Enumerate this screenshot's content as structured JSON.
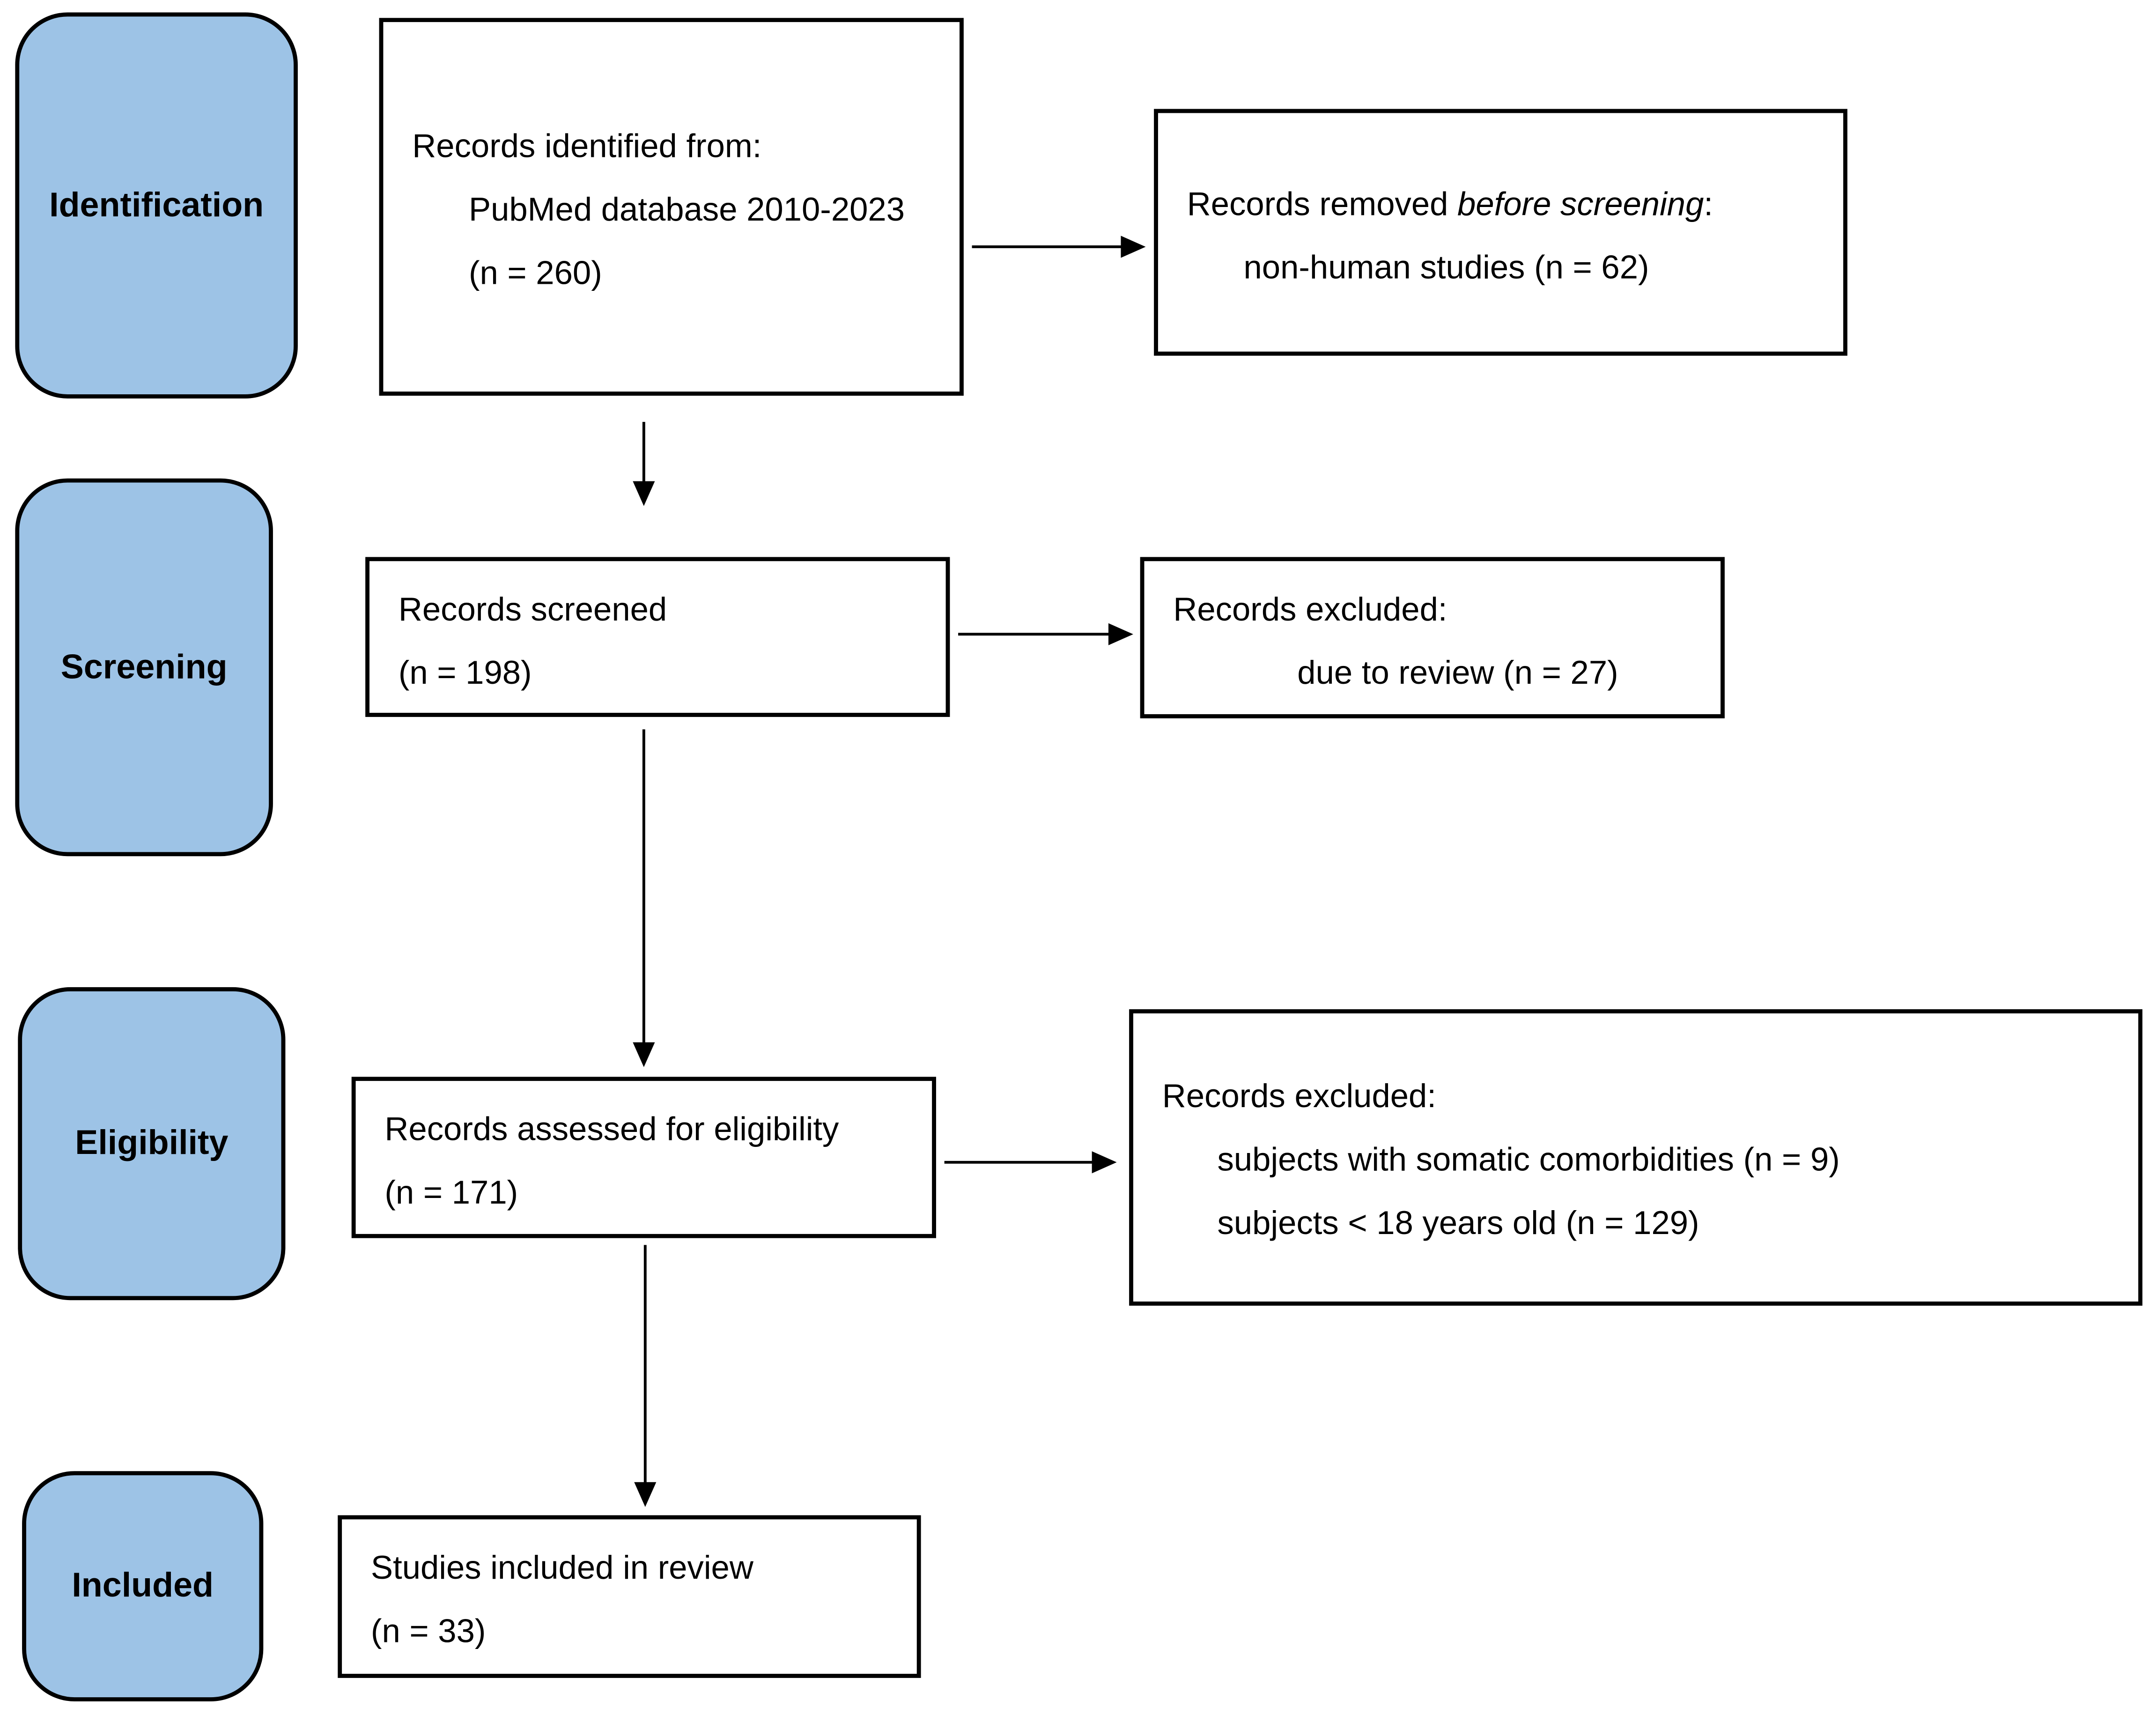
{
  "phases": {
    "identification": "Identification",
    "screening": "Screening",
    "eligibility": "Eligibility",
    "included": "Included"
  },
  "identified": {
    "line1": "Records identified from:",
    "line2": "PubMed database 2010-2023",
    "line3": "(n = 260)"
  },
  "removed": {
    "prefix": "Records removed ",
    "emphasis": "before screening",
    "suffix": ":",
    "line2": "non-human studies (n = 62)"
  },
  "screened": {
    "line1": "Records screened",
    "line2": "(n = 198)"
  },
  "excluded_screening": {
    "line1": "Records excluded:",
    "line2": "due to review (n = 27)"
  },
  "assessed": {
    "line1": "Records assessed for eligibility",
    "line2": "(n = 171)"
  },
  "excluded_eligibility": {
    "line1": "Records excluded:",
    "line2": "subjects with somatic comorbidities (n = 9)",
    "line3": "subjects < 18 years old (n = 129)"
  },
  "included_studies": {
    "line1": "Studies included in review",
    "line2": "(n = 33)"
  },
  "colors": {
    "phase_fill": "#9dc3e6",
    "stroke": "#000000"
  }
}
